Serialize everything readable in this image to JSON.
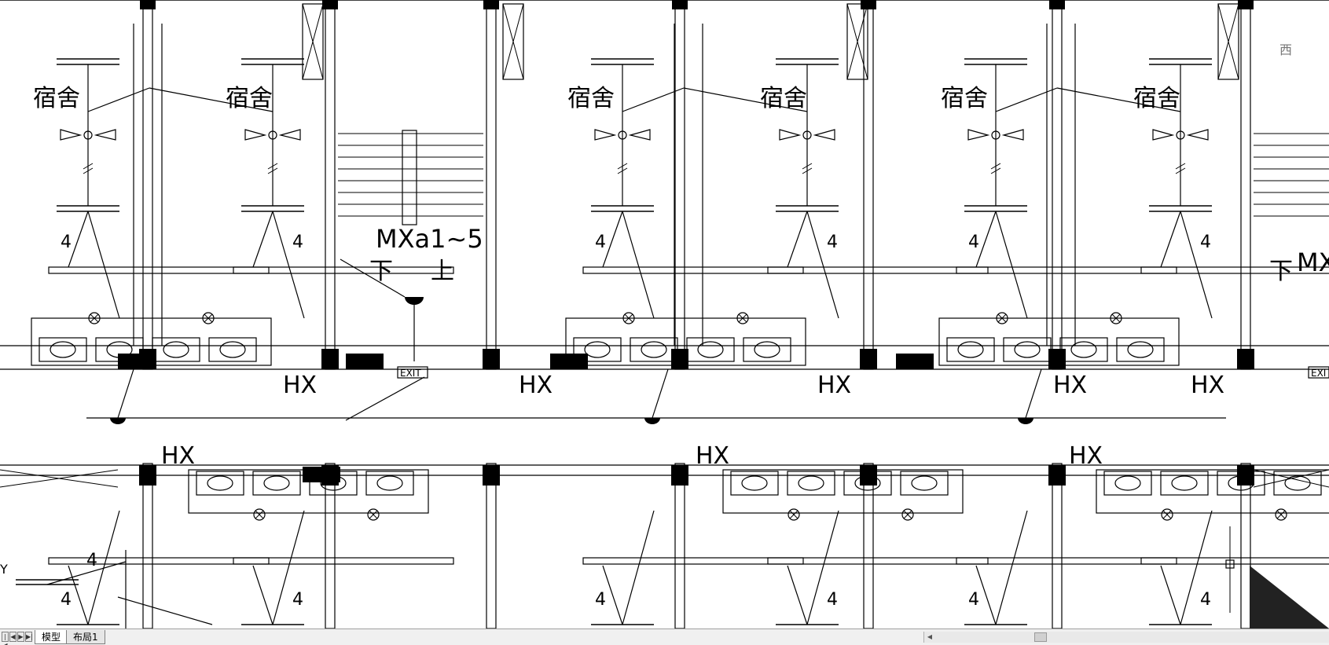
{
  "drawing": {
    "room_label": "宿舍",
    "corridor_label": "HX",
    "door_label": "MXa1~5",
    "door_label_right": "MX",
    "exit_label": "EXIT",
    "exit_label_right": "EXI",
    "count_label": "4",
    "down_label": "下",
    "up_label": "上",
    "axis_label": "Y",
    "compass_label": "西"
  },
  "tabs": {
    "model": "模型",
    "layout1": "布局1"
  },
  "nav": {
    "first": "|◀",
    "prev": "◀",
    "next": "▶",
    "last": "▶|"
  }
}
